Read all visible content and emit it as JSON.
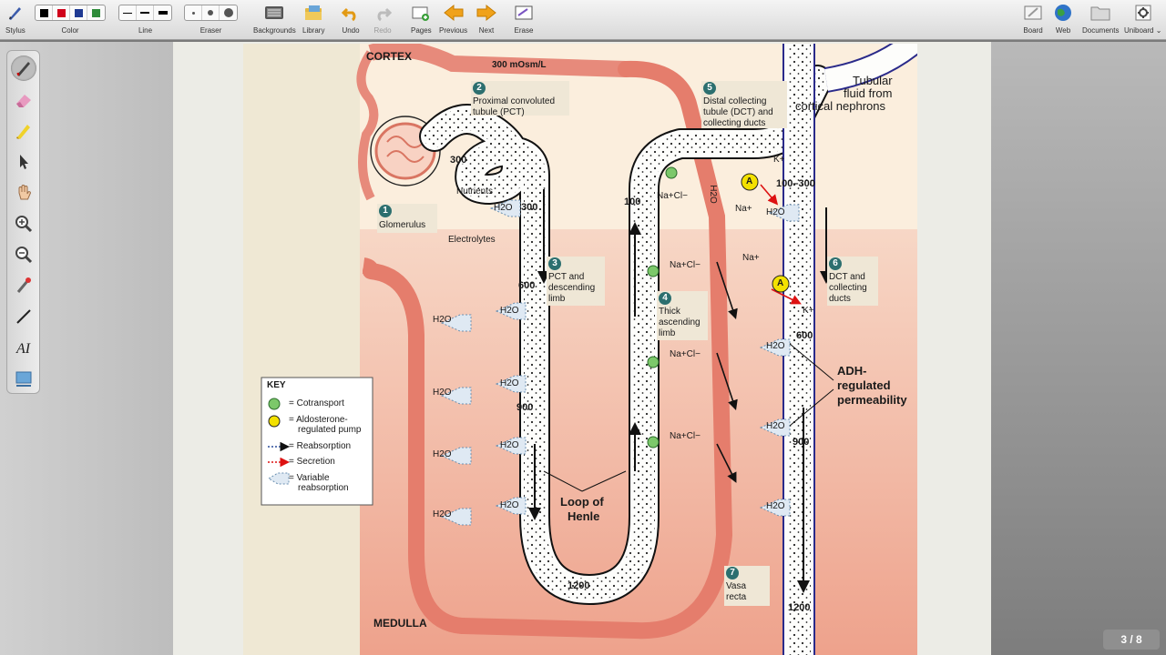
{
  "toolbar": {
    "stylus": "Stylus",
    "color": "Color",
    "line": "Line",
    "eraser": "Eraser",
    "backgrounds": "Backgrounds",
    "library": "Library",
    "undo": "Undo",
    "redo": "Redo",
    "pages": "Pages",
    "previous": "Previous",
    "next": "Next",
    "erase": "Erase",
    "board": "Board",
    "web": "Web",
    "documents": "Documents",
    "uniboard": "Uniboard",
    "colors": [
      "#000000",
      "#d0021b",
      "#1f3a93",
      "#2e8b3a"
    ]
  },
  "palette": {
    "tools": [
      "pen-tool",
      "eraser-tool",
      "highlighter-tool",
      "pointer-tool",
      "hand-tool",
      "zoom-in-tool",
      "zoom-out-tool",
      "laser-pointer-tool",
      "line-tool",
      "text-tool",
      "capture-tool"
    ]
  },
  "diagram": {
    "cortex": "CORTEX",
    "medulla": "MEDULLA",
    "osm300": "300 mOsm/L",
    "step1_num": "1",
    "step1": "Glomerulus",
    "step2_num": "2",
    "step2_l1": "Proximal convoluted",
    "step2_l2": "tubule (PCT)",
    "step3_num": "3",
    "step3_l1": "PCT and",
    "step3_l2": "descending",
    "step3_l3": "limb",
    "step4_num": "4",
    "step4_l1": "Thick",
    "step4_l2": "ascending",
    "step4_l3": "limb",
    "step5_num": "5",
    "step5_l1": "Distal collecting",
    "step5_l2": "tubule (DCT) and",
    "step5_l3": "collecting ducts",
    "step6_num": "6",
    "step6_l1": "DCT and",
    "step6_l2": "collecting",
    "step6_l3": "ducts",
    "step7_num": "7",
    "step7_l1": "Vasa",
    "step7_l2": "recta",
    "tubular_l1": "Tubular",
    "tubular_l2": "fluid from",
    "tubular_l3": "cortical nephrons",
    "nutrients": "Nutrients",
    "electrolytes": "Electrolytes",
    "h2o": "H2O",
    "nacl": "Na+Cl−",
    "na": "Na+",
    "k": "K+",
    "pump": "A",
    "adh_l1": "ADH-",
    "adh_l2": "regulated",
    "adh_l3": "permeability",
    "loop_l1": "Loop of",
    "loop_l2": "Henle",
    "v300a": "300",
    "v300b": "300",
    "v600a": "600",
    "v900a": "900",
    "v1200a": "1200",
    "v100": "100",
    "v100_300": "100–300",
    "v600b": "600",
    "v900b": "900",
    "v1200b": "1200"
  },
  "key": {
    "title": "KEY",
    "cotransport": "= Cotransport",
    "pump_l1": "= Aldosterone-",
    "pump_l2": "regulated pump",
    "reabsorption": "= Reabsorption",
    "secretion": "= Secretion",
    "variable_l1": "= Variable",
    "variable_l2": "reabsorption"
  },
  "pager": "3 / 8"
}
